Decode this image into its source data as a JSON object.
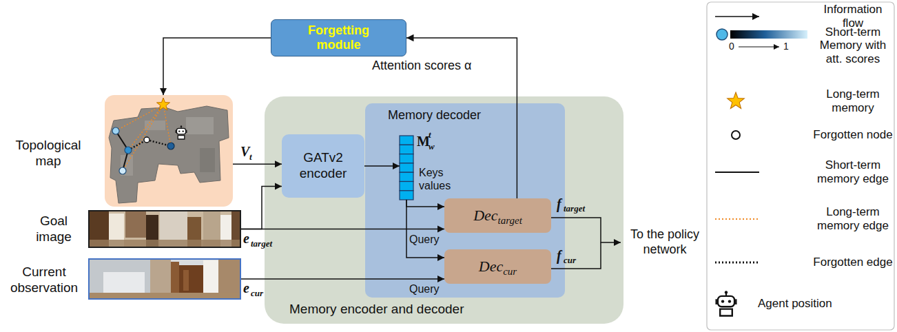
{
  "diagram": {
    "nodes": [
      {
        "text": [
          "Forgetting module"
        ]
      },
      {
        "text": [
          "Topological map"
        ]
      },
      {
        "text": [
          "Goal image"
        ]
      },
      {
        "text": [
          "Current observation"
        ]
      },
      {
        "text": [
          "Memory encoder and decoder"
        ]
      },
      {
        "text": [
          "GATv2 encoder"
        ],
        "in": 4
      },
      {
        "text": [
          "Memory decoder"
        ],
        "in": 4
      },
      {
        "text": [
          "Keys values"
        ],
        "in": 6
      },
      {
        "text": [
          "Dec",
          "target"
        ],
        "in": 6
      },
      {
        "text": [
          "Dec",
          "cur"
        ],
        "in": 6
      }
    ],
    "edges": [
      {
        "from": 8,
        "to": 0,
        "arrow": "to",
        "label": "Attention scores α"
      },
      {
        "from": 0,
        "to": 1,
        "arrow": "to"
      },
      {
        "from": 1,
        "to": 5,
        "arrow": "to"
      },
      {
        "from": 2,
        "to": 5,
        "arrow": "to"
      },
      {
        "from": 2,
        "to": 8,
        "arrow": "to"
      },
      {
        "from": 3,
        "to": 9,
        "arrow": "to"
      },
      {
        "from": 5,
        "to": 7,
        "arrow": "to"
      },
      {
        "from": 7,
        "to": 8,
        "arrow": "to"
      },
      {
        "from": 7,
        "to": 9,
        "arrow": "to"
      }
    ],
    "labels": [
      "V",
      "t",
      "e",
      "target",
      "e",
      "cur",
      "M",
      "w",
      "t",
      "Query",
      "Query",
      "f",
      "target",
      "f",
      "cur",
      "To the policy network",
      "0",
      "1"
    ],
    "legend": [
      {
        "text": "Information flow"
      },
      {
        "text": "Short-term Memory with att. scores"
      },
      {
        "text": "Long-term memory"
      },
      {
        "text": "Forgotten node"
      },
      {
        "text": "Short-term memory edge"
      },
      {
        "text": "Long-term memory edge"
      },
      {
        "text": "Forgotten edge"
      },
      {
        "text": "Agent position"
      }
    ]
  }
}
